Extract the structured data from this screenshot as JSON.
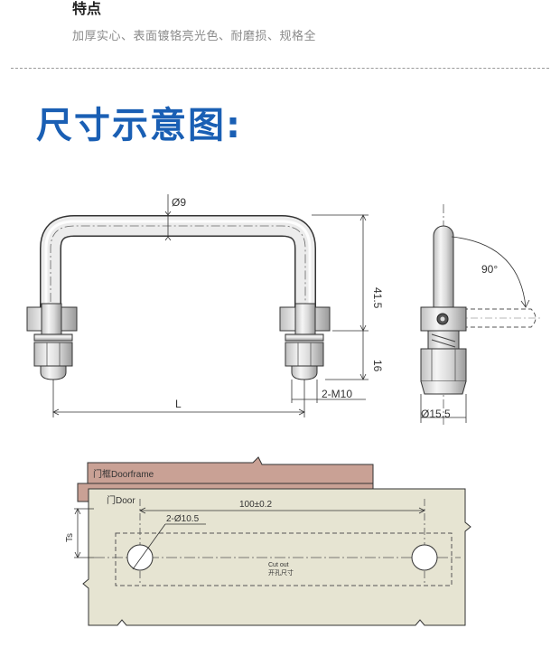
{
  "features": {
    "title": "特点",
    "description": "加厚实心、表面镀铬亮光色、耐磨损、规格全"
  },
  "section_title": "尺寸示意图:",
  "front_view": {
    "diameter": "Ø9",
    "height": "41.5",
    "nut_height": "16",
    "thread": "2-M10",
    "length": "L"
  },
  "side_view": {
    "angle": "90°",
    "base_diameter": "Ø15.5"
  },
  "mounting": {
    "doorframe_label": "门框Doorframe",
    "door_label": "门Door",
    "hole_spacing": "100±0.2",
    "hole_spec": "2-Ø10.5",
    "ts_label": "Ts",
    "cutout_en": "Cut out",
    "cutout_cn": "开孔尺寸"
  },
  "colors": {
    "title_blue": "#1a5fb4",
    "frame_brown": "#c9a195",
    "door_beige": "#e6e4d2"
  }
}
